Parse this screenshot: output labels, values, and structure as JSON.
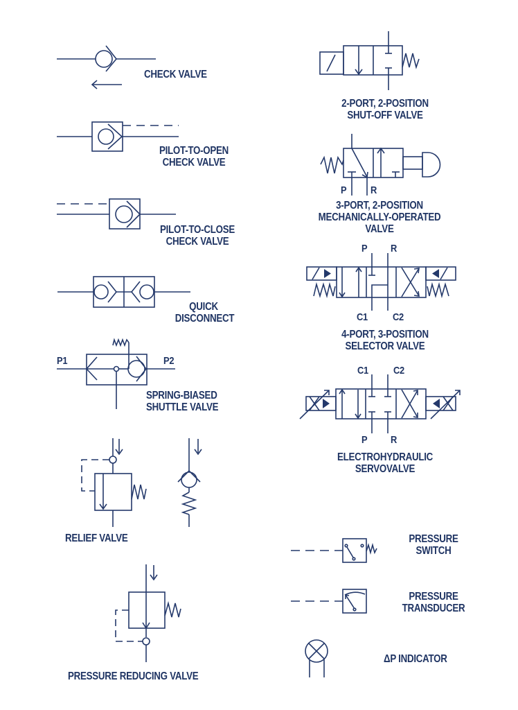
{
  "diagram": {
    "stroke_color": "#24396b",
    "text_color": "#1f3463",
    "background": "#ffffff",
    "symbols": [
      {
        "id": "check-valve",
        "label_lines": [
          "CHECK VALVE"
        ]
      },
      {
        "id": "pilot-to-open-check-valve",
        "label_lines": [
          "PILOT-TO-OPEN",
          "CHECK VALVE"
        ]
      },
      {
        "id": "pilot-to-close-check-valve",
        "label_lines": [
          "PILOT-TO-CLOSE",
          "CHECK VALVE"
        ]
      },
      {
        "id": "quick-disconnect",
        "label_lines": [
          "QUICK",
          "DISCONNECT"
        ]
      },
      {
        "id": "spring-biased-shuttle-valve",
        "label_lines": [
          "SPRING-BIASED",
          "SHUTTLE VALVE"
        ],
        "ports": [
          "P1",
          "P2"
        ]
      },
      {
        "id": "relief-valve",
        "label_lines": [
          "RELIEF VALVE"
        ]
      },
      {
        "id": "pressure-reducing-valve",
        "label_lines": [
          "PRESSURE REDUCING VALVE"
        ]
      },
      {
        "id": "2-port-2-position-shut-off-valve",
        "label_lines": [
          "2-PORT, 2-POSITION",
          "SHUT-OFF VALVE"
        ]
      },
      {
        "id": "3-port-2-position-mechanically-operated-valve",
        "label_lines": [
          "3-PORT, 2-POSITION",
          "MECHANICALLY-OPERATED",
          "VALVE"
        ],
        "ports": [
          "P",
          "R"
        ]
      },
      {
        "id": "4-port-3-position-selector-valve",
        "label_lines": [
          "4-PORT, 3-POSITION",
          "SELECTOR VALVE"
        ],
        "ports": [
          "P",
          "R",
          "C1",
          "C2"
        ]
      },
      {
        "id": "electrohydraulic-servovalve",
        "label_lines": [
          "ELECTROHYDRAULIC",
          "SERVOVALVE"
        ],
        "ports": [
          "C1",
          "C2",
          "P",
          "R"
        ]
      },
      {
        "id": "pressure-switch",
        "label_lines": [
          "PRESSURE",
          "SWITCH"
        ]
      },
      {
        "id": "pressure-transducer",
        "label_lines": [
          "PRESSURE",
          "TRANSDUCER"
        ]
      },
      {
        "id": "dp-indicator",
        "label_lines": [
          "ΔP INDICATOR"
        ]
      }
    ]
  }
}
